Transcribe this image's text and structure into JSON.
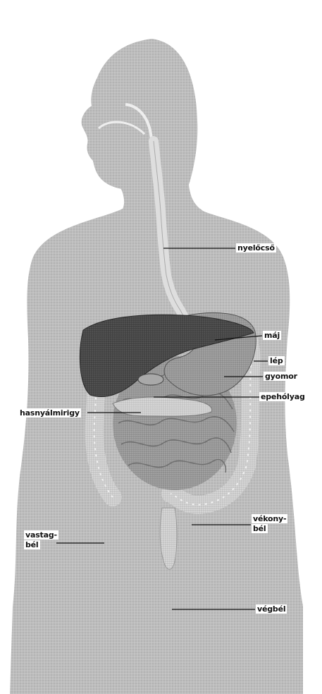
{
  "labels": {
    "nyelocso": "nyelőcső",
    "maj": "máj",
    "lep": "lép",
    "gyomor": "gyomor",
    "epeholyag": "epehólyag",
    "hasnyalmirigy": "hasnyálmirigy",
    "vastagbel_1": "vastag-",
    "vastagbel_2": "bél",
    "vekonybel_1": "vékony-",
    "vekonybel_2": "bél",
    "vegbel": "végbél"
  },
  "colors": {
    "body": "#bdbdbd",
    "liver": "#4a4a4a",
    "stomach": "#8e8e8e",
    "intestine": "#9a9a9a",
    "colon": "#c9c9c9",
    "esophagus": "#d8d8d8",
    "leader": "#111111"
  }
}
